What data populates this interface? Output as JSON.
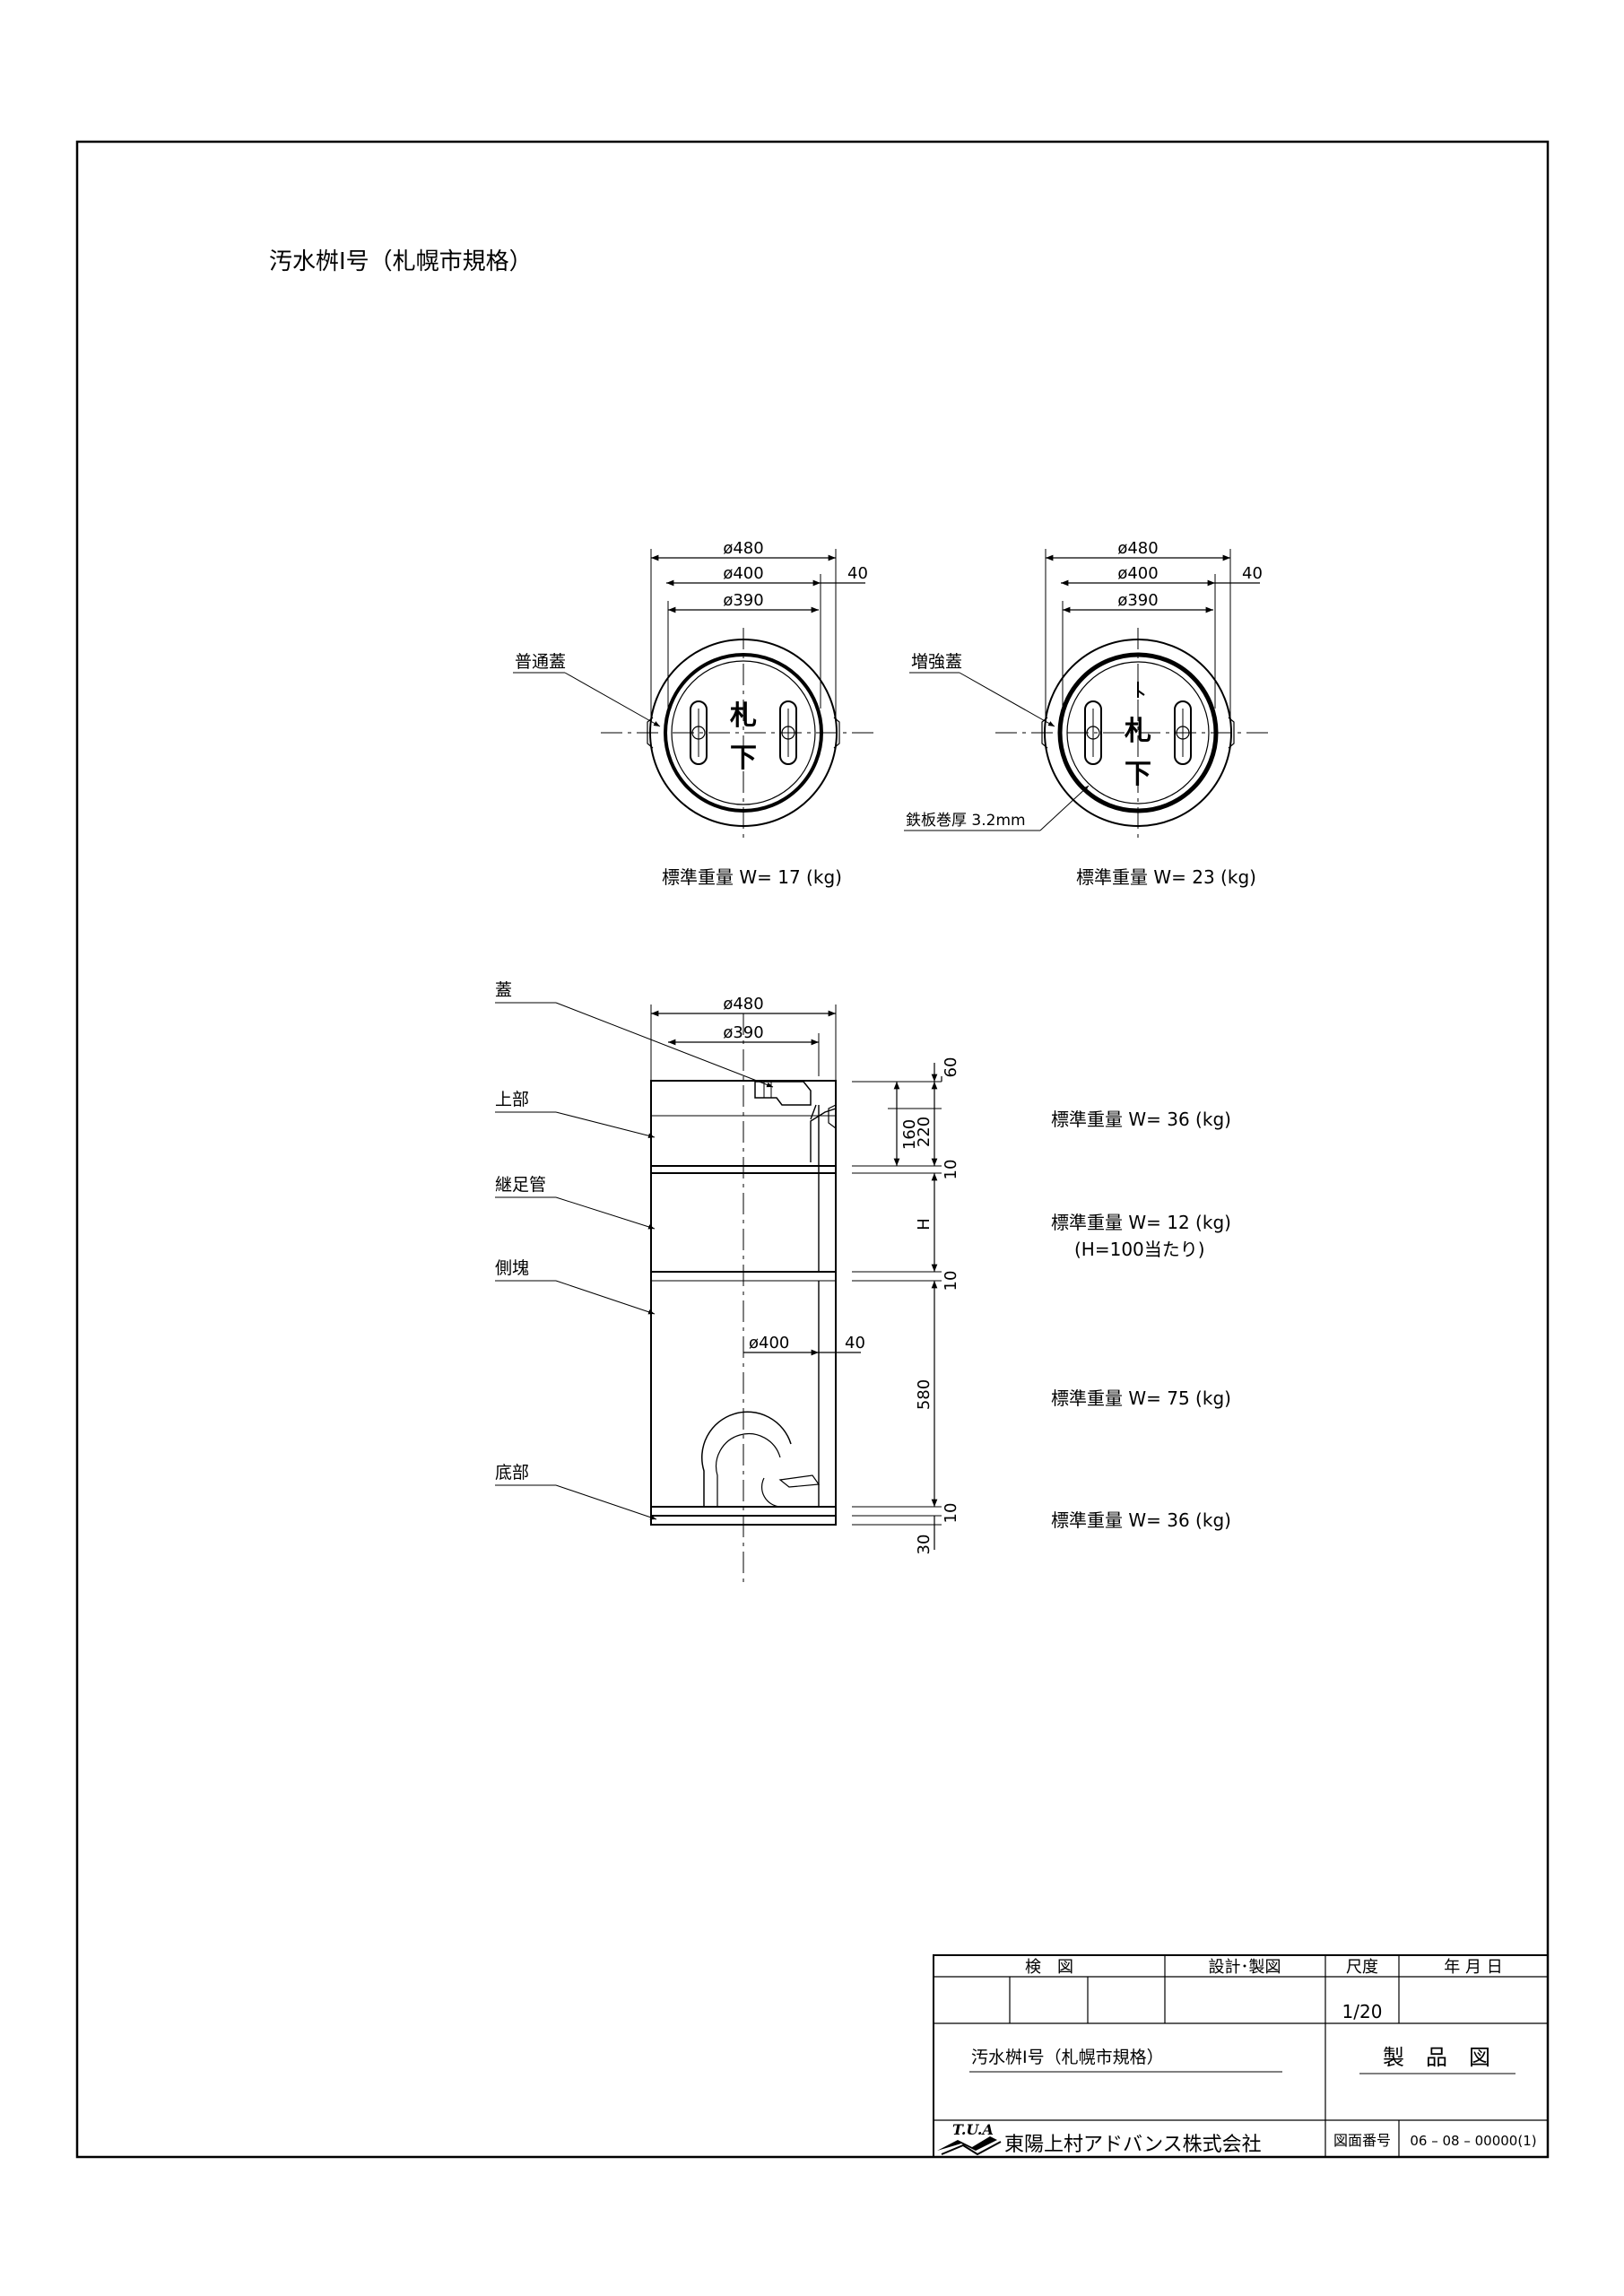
{
  "title": "汚水桝Ⅰ号（札幌市規格）",
  "top_views": {
    "left": {
      "name": "普通蓋",
      "dims": {
        "d480": "ø480",
        "d400": "ø400",
        "d390": "ø390",
        "w40": "40"
      },
      "cover_text_1": "札",
      "cover_text_2": "下",
      "weight": "標準重量 W= 17 (kg)"
    },
    "right": {
      "name": "増強蓋",
      "dims": {
        "d480": "ø480",
        "d400": "ø400",
        "d390": "ø390",
        "w40": "40"
      },
      "cover_text_1": "札",
      "cover_text_2": "下",
      "note": "鉄板巻厚 3.2mm",
      "weight": "標準重量 W= 23 (kg)"
    }
  },
  "section_view": {
    "dims": {
      "d480": "ø480",
      "d390": "ø390",
      "d400": "ø400",
      "w40": "40",
      "h60": "60",
      "h160": "160",
      "h220": "220",
      "h10a": "10",
      "hH": "H",
      "h10b": "10",
      "h580": "580",
      "h10c": "10",
      "h30": "30"
    },
    "labels": {
      "lid": "蓋",
      "upper": "上部",
      "riser": "継足管",
      "side": "側塊",
      "bottom": "底部"
    },
    "weights": {
      "upper": "標準重量 W= 36 (kg)",
      "riser": "標準重量 W= 12 (kg)",
      "riser_note": "(H=100当たり)",
      "side": "標準重量 W= 75 (kg)",
      "bottom": "標準重量 W= 36 (kg)"
    }
  },
  "title_block": {
    "inspection": "検　図",
    "design": "設計･製図",
    "scale_label": "尺度",
    "date_label": "年 月 日",
    "scale_value": "1/20",
    "drawing_name": "汚水桝Ⅰ号（札幌市規格）",
    "kind": "製　品　図",
    "logo": "T.U.A",
    "company": "東陽上村アドバンス株式会社",
    "number_label": "図面番号",
    "number": "06 – 08 – 00000(1)"
  }
}
